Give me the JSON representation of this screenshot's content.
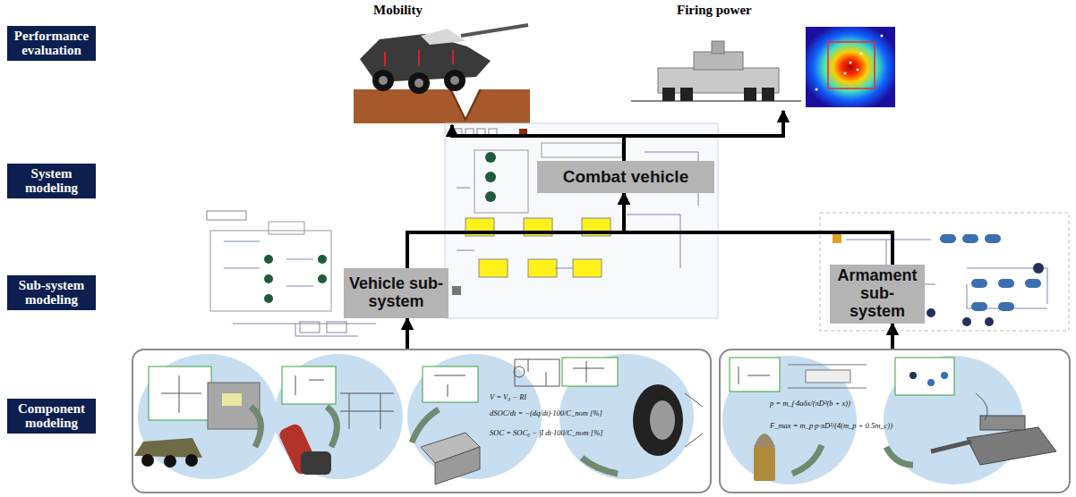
{
  "diagram": {
    "nodes": [
      {
        "text": [
          "Performance evaluation"
        ]
      },
      {
        "text": [
          "System modeling"
        ]
      },
      {
        "text": [
          "Sub-system modeling"
        ]
      },
      {
        "text": [
          "Component modeling"
        ]
      },
      {
        "text": [
          "Mobility"
        ]
      },
      {
        "text": [
          "Firing power"
        ]
      },
      {
        "text": [
          "Combat vehicle"
        ]
      },
      {
        "text": [
          "Vehicle sub-system"
        ]
      },
      {
        "text": [
          "Armament sub-system"
        ]
      },
      {
        "text": [
          "V = V₀ − RI",
          "dSOC/dt = −(dq/dt)·100/C_nom [%]",
          "SOC = SOC₀ − ∫I dt·100/C_nom [%]"
        ]
      },
      {
        "text": [
          "p = m_f·4aδx/(πD²(b + x))",
          "F_max = m_p·p·πD²/(4(m_p + 0.5m_c))"
        ]
      }
    ],
    "edges": [
      {
        "from": 9,
        "to": 7,
        "arrow": "to"
      },
      {
        "from": 10,
        "to": 8,
        "arrow": "to"
      },
      {
        "from": 7,
        "to": 6,
        "arrow": "to"
      },
      {
        "from": 8,
        "to": 6,
        "arrow": "to"
      },
      {
        "from": 6,
        "to": 4,
        "arrow": "to"
      },
      {
        "from": 6,
        "to": 5,
        "arrow": "to"
      }
    ]
  }
}
